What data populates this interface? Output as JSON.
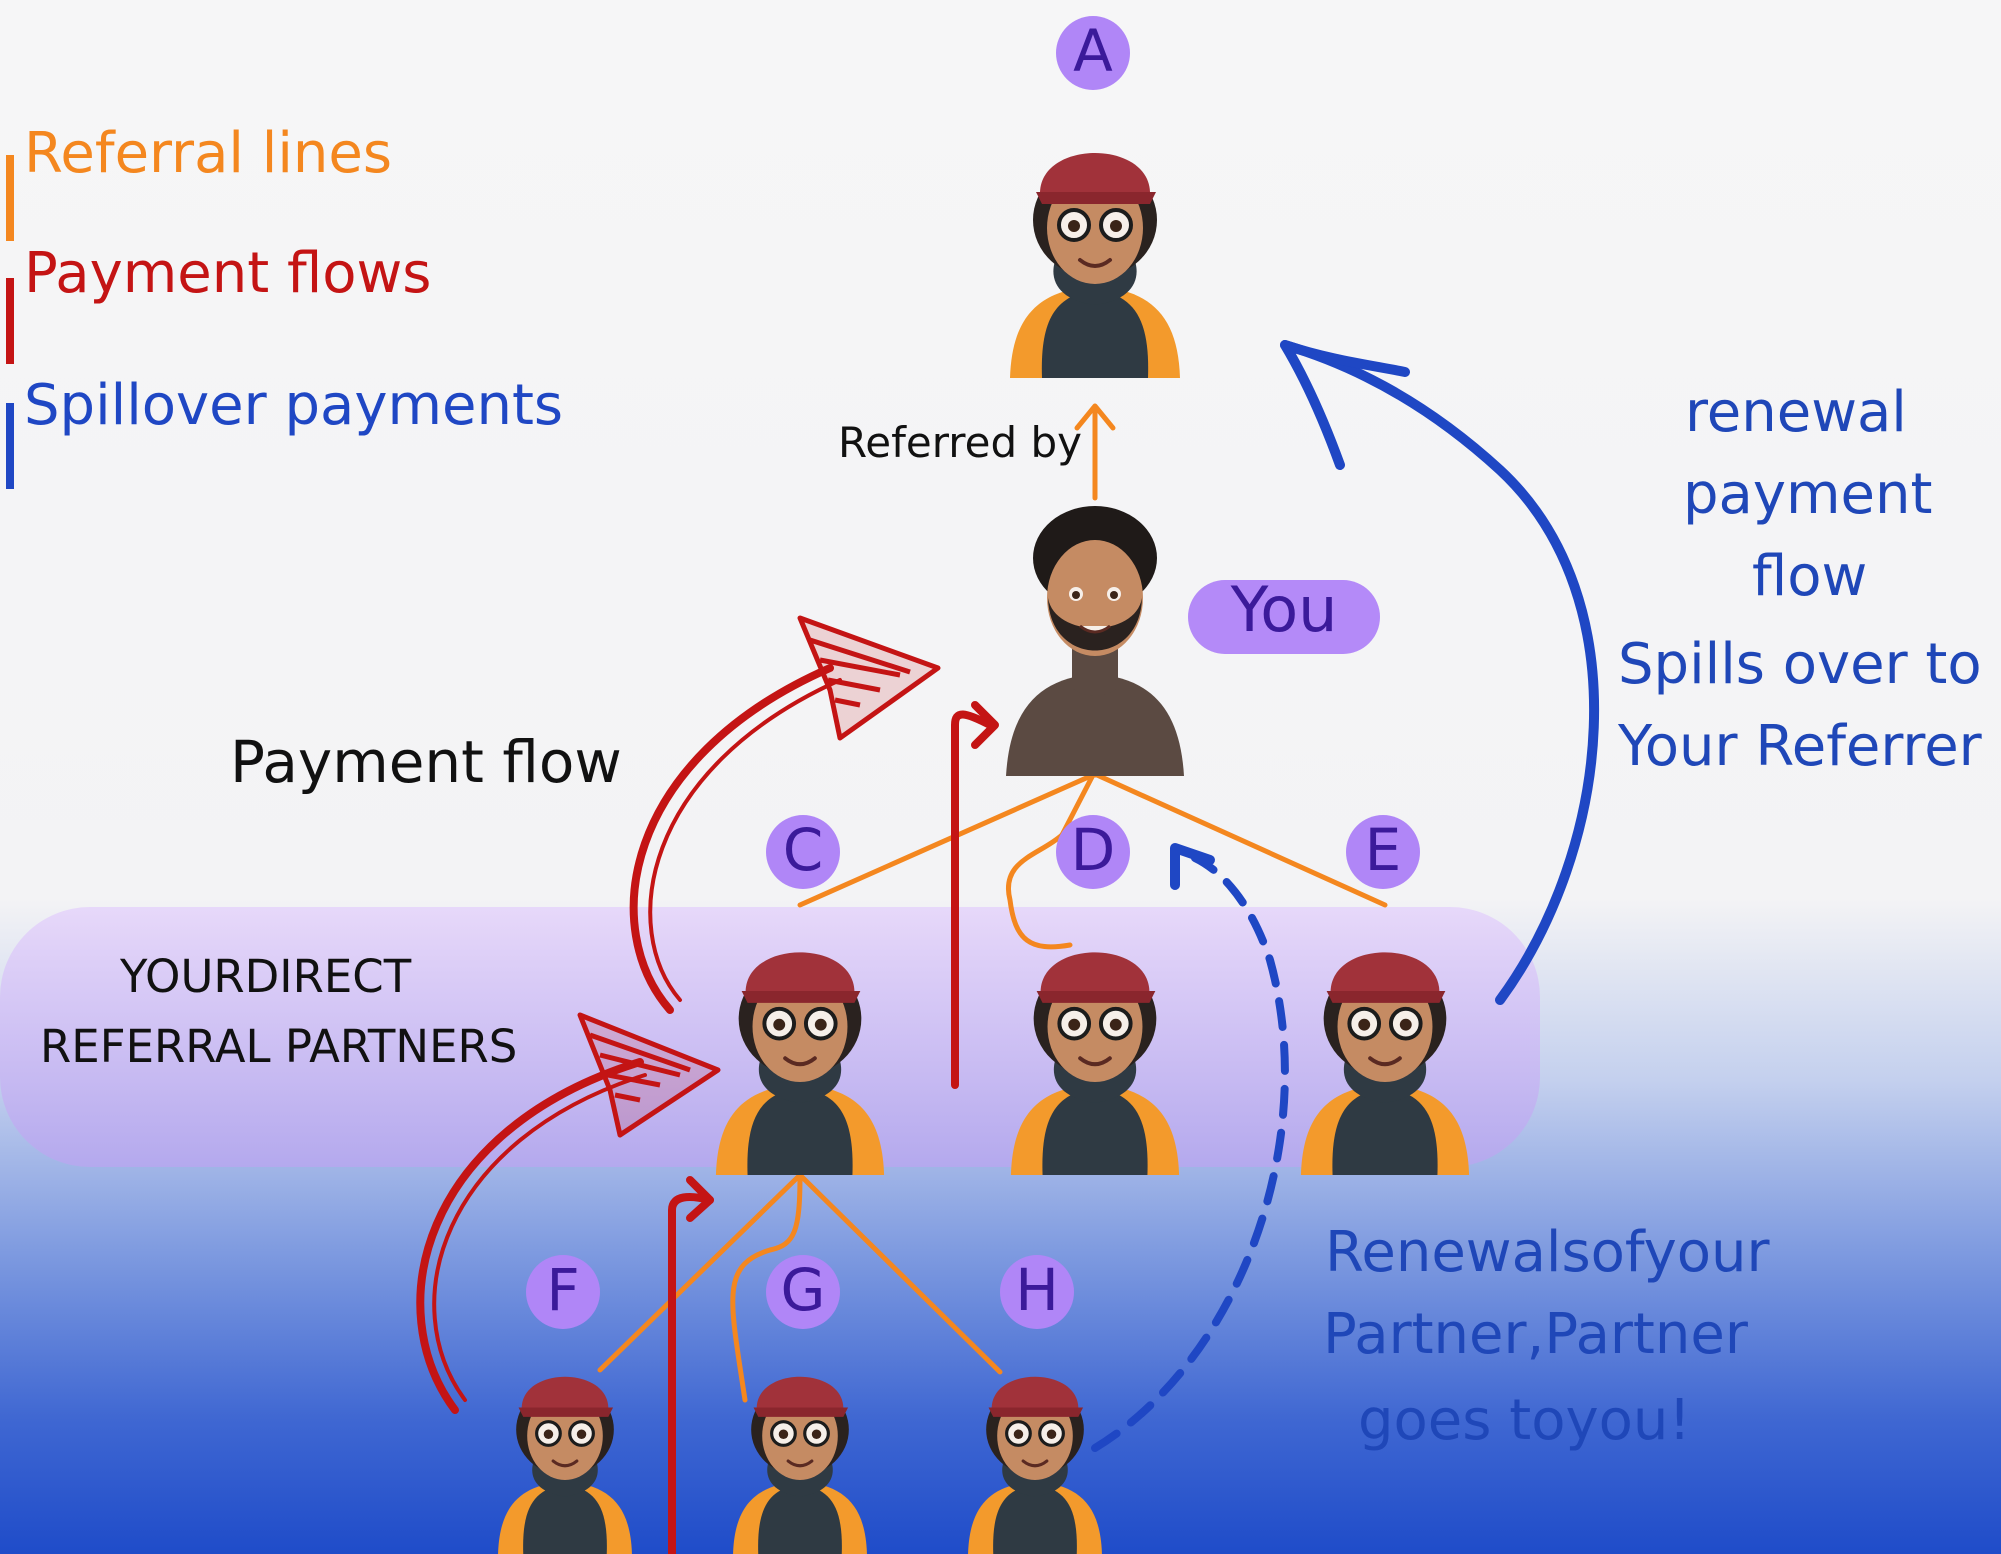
{
  "legend": {
    "referral_lines": "Referral lines",
    "payment_flows": "Payment flows",
    "spillover_payments": "Spillover payments"
  },
  "colors": {
    "referral": "#f4871f",
    "payment": "#c41414",
    "spillover": "#1f47c4",
    "badge": "#b086f7",
    "badge_text": "#3b1a9a"
  },
  "nodes": {
    "a": "A",
    "you": "You",
    "c": "C",
    "d": "D",
    "e": "E",
    "f": "F",
    "g": "G",
    "h": "H"
  },
  "labels": {
    "referred_by": "Referred by",
    "payment_flow": "Payment flow",
    "direct_partners_line1": "YOURDIRECT",
    "direct_partners_line2": "REFERRAL PARTNERS"
  },
  "renewal_note": [
    "renewal",
    "payment",
    "flow",
    "Spills over to",
    "Your Referrer"
  ],
  "partner_renewal_note": [
    "Renewalsofyour",
    "Partner,Partner",
    "goes toyou!"
  ]
}
